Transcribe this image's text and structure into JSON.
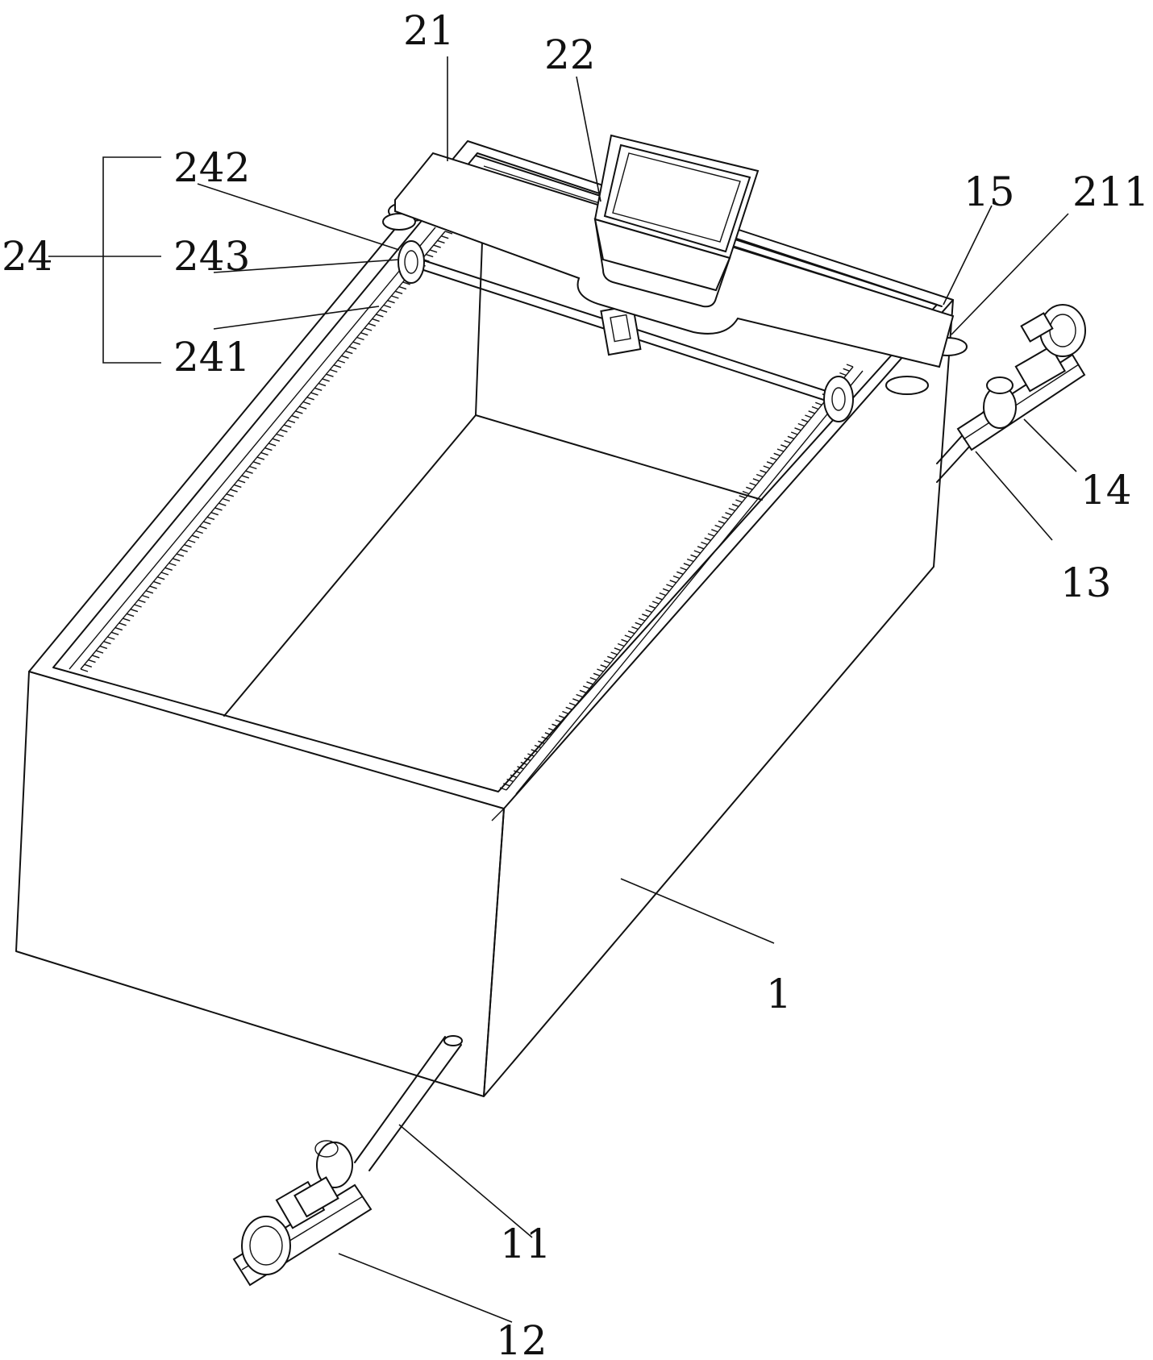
{
  "labels": {
    "tank": "1",
    "pipe_inlet": "11",
    "pump_inlet": "12",
    "pipe_outlet": "13",
    "pump_outlet": "14",
    "rail": "15",
    "carriage": "21",
    "hopper": "22",
    "drive_group": "24",
    "rack": "241",
    "gear": "242",
    "shaft": "243",
    "roller": "211"
  }
}
